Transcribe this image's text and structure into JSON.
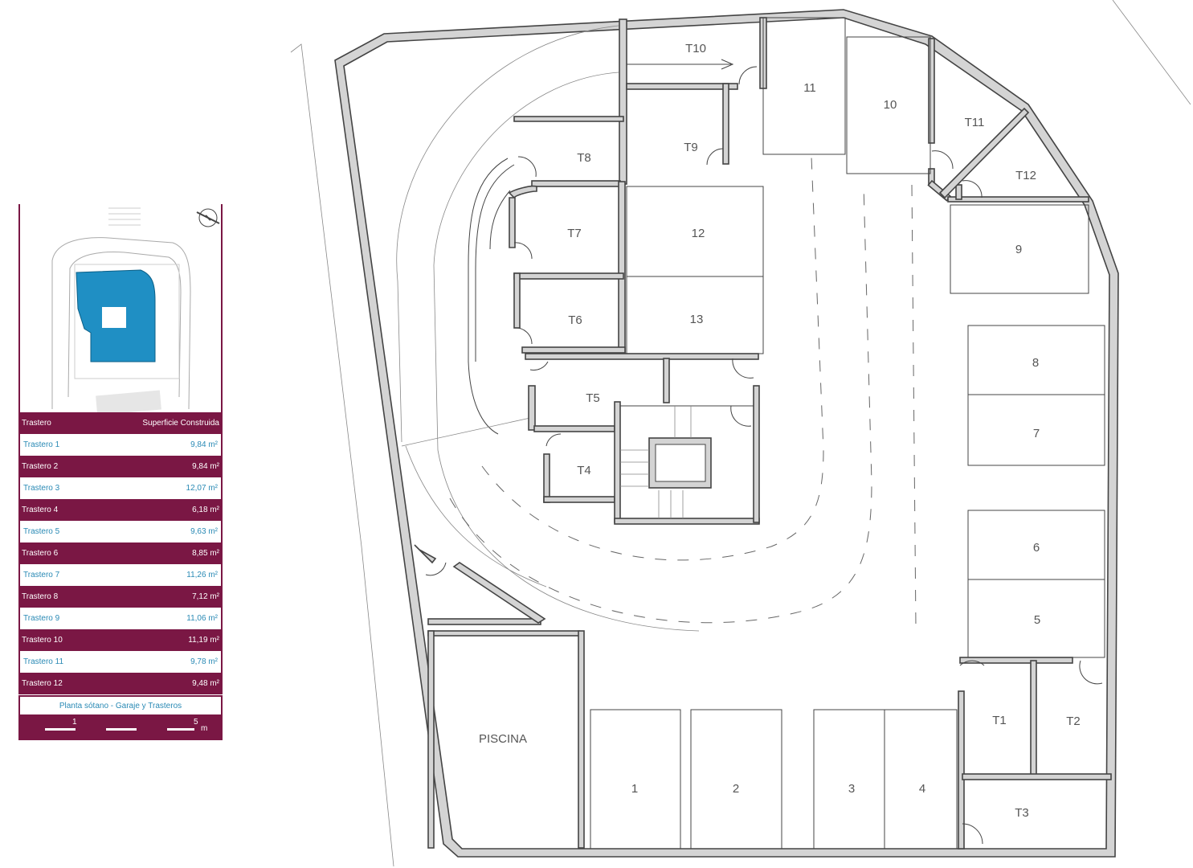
{
  "rooms": {
    "parking": [
      "1",
      "2",
      "3",
      "4",
      "5",
      "6",
      "7",
      "8",
      "9",
      "10",
      "11",
      "12",
      "13"
    ],
    "storage": [
      "T1",
      "T2",
      "T3",
      "T4",
      "T5",
      "T6",
      "T7",
      "T8",
      "T9",
      "T10",
      "T11",
      "T12"
    ],
    "pool": "PISCINA"
  },
  "legend": {
    "header_left": "Trastero",
    "header_right": "Superficie Construida",
    "rows": [
      {
        "name": "Trastero 1",
        "area": "9,84 m²"
      },
      {
        "name": "Trastero 2",
        "area": "9,84 m²"
      },
      {
        "name": "Trastero 3",
        "area": "12,07 m²"
      },
      {
        "name": "Trastero 4",
        "area": "6,18 m²"
      },
      {
        "name": "Trastero 5",
        "area": "9,63 m²"
      },
      {
        "name": "Trastero 6",
        "area": "8,85 m²"
      },
      {
        "name": "Trastero 7",
        "area": "11,26 m²"
      },
      {
        "name": "Trastero 8",
        "area": "7,12 m²"
      },
      {
        "name": "Trastero 9",
        "area": "11,06 m²"
      },
      {
        "name": "Trastero 10",
        "area": "11,19 m²"
      },
      {
        "name": "Trastero 11",
        "area": "9,78 m²"
      },
      {
        "name": "Trastero 12",
        "area": "9,48 m²"
      }
    ],
    "plan_title": "Planta sótano - Garaje y Trasteros",
    "scale": {
      "t1": "1",
      "t5": "5",
      "unit": "m"
    }
  },
  "colors": {
    "brand": "#7a1744",
    "accent": "#2a8ab5",
    "highlight": "#1f8fc4"
  }
}
